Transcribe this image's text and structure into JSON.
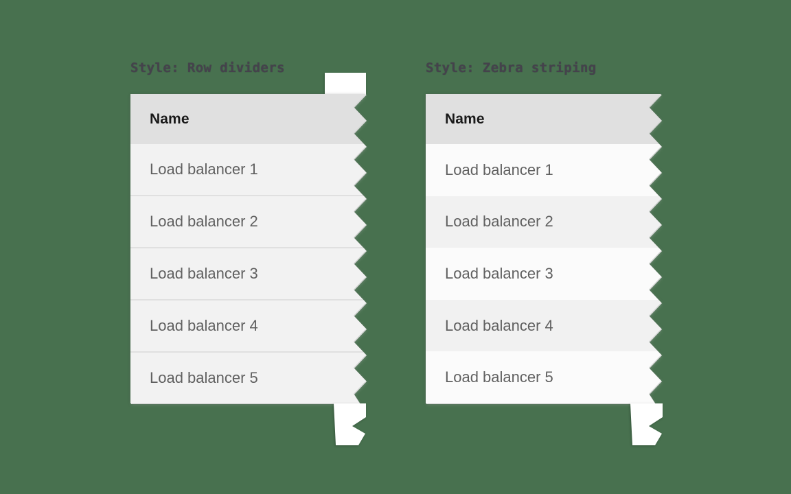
{
  "page": {
    "description": "Data table style examples: row dividers vs zebra striping"
  },
  "colors": {
    "page_bg": "#48714F",
    "title_text": "#45424c",
    "header_bg": "#e0e0e0",
    "header_text": "#1a1a1a",
    "row_text": "#606060",
    "row_bg": "#f2f2f2",
    "row_divider": "#e0e0e0",
    "zebra_odd_bg": "#fbfbfb",
    "zebra_even_bg": "#f1f1f1",
    "paper_white": "#ffffff"
  },
  "panels": [
    {
      "id": "row-dividers",
      "title": "Style: Row dividers",
      "table": {
        "columns": [
          "Name"
        ],
        "rows": [
          "Load balancer 1",
          "Load balancer 2",
          "Load balancer 3",
          "Load balancer 4",
          "Load balancer 5"
        ]
      }
    },
    {
      "id": "zebra-striping",
      "title": "Style: Zebra striping",
      "table": {
        "columns": [
          "Name"
        ],
        "rows": [
          "Load balancer 1",
          "Load balancer 2",
          "Load balancer 3",
          "Load balancer 4",
          "Load balancer 5"
        ]
      }
    }
  ]
}
